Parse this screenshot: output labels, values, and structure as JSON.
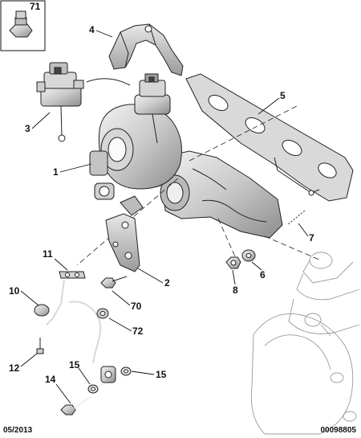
{
  "callouts": {
    "c71": "71",
    "c4": "4",
    "c3": "3",
    "c5": "5",
    "c1": "1",
    "c7": "7",
    "c11": "11",
    "c2": "2",
    "c6": "6",
    "c8": "8",
    "c10": "10",
    "c70": "70",
    "c72": "72",
    "c12": "12",
    "c15a": "15",
    "c15b": "15",
    "c14": "14"
  },
  "footer": {
    "date": "05/2013",
    "reference": "00098805"
  },
  "colors": {
    "line": "#222222",
    "part_fill_light": "#e6e6e6",
    "part_fill_mid": "#c8c8c8",
    "part_fill_dark": "#8a8a8a",
    "ghost": "#999999"
  }
}
